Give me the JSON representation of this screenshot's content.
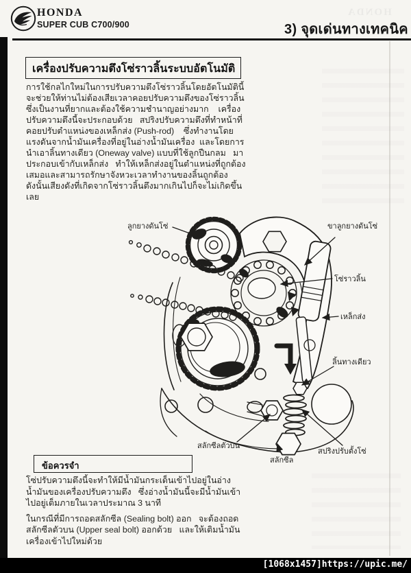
{
  "header": {
    "brand": "HONDA",
    "model": "SUPER CUB C700/900",
    "section": "3)  จุดเด่นทางเทคนิค"
  },
  "article": {
    "title": "เครื่องปรับความตึงโซ่ราวลิ้นระบบอัตโนมัติ",
    "lines": [
      "การใช้กลไกใหม่ในการปรับความตึงโซ่ราวลิ้นโดยอัตโนมัตินี้",
      "จะช่วยให้ท่านไม่ต้องเสียเวลาคอยปรับความตึงของโซ่ราวลิ้น",
      "ซึ่งเป็นงานที่ยากและต้องใช้ความชำนาญอย่างมาก    เครื่อง",
      "ปรับความตึงนี้จะประกอบด้วย   สปริงปรับความตึงที่ทำหน้าที่",
      "คอยปรับตำแหน่งของเหล็กส่ง (Push-rod)    ซึ่งทำงานโดย",
      "แรงดันจากน้ำมันเครื่องที่อยู่ในอ่างน้ำมันเครื่อง  และโดยการ",
      "นำเอาลิ้นทางเดียว (Oneway valve) แบบที่ใช้ลูกปืนกลม   มา",
      "ประกอบเข้ากับเหล็กส่ง   ทำให้เหล็กส่งอยู่ในตำแหน่งที่ถูกต้อง",
      "เสมอและสามารถรักษาจังหวะเวลาทำงานของลิ้นถูกต้อง",
      "ดังนั้นเสียงดังที่เกิดจากโซ่ราวลิ้นตึงมากเกินไปก็จะไม่เกิดขึ้น",
      "เลย"
    ]
  },
  "diagram": {
    "labels": {
      "roller": "ลูกยางดันโซ่",
      "roller_arm": "ขาลูกยางดันโซ่",
      "cam_chain": "โซ่ราวลิ้น",
      "push_rod": "เหล็กส่ง",
      "oneway_valve": "ลิ้นทางเดียว",
      "upper_seal_bolt": "สลักซีลตัวบน",
      "seal_bolt": "สลักซีล",
      "tension_spring": "สปริงปรับตั้งโซ่"
    }
  },
  "note": {
    "heading": "ข้อควรจำ",
    "lines": [
      "โซ่ปรับความตึงนี้จะทำให้มีน้ำมันกระเด็นเข้าไปอยู่ในอ่าง",
      "น้ำมันของเครื่องปรับความตึง   ซึ่งอ่างน้ำมันนี้จะมีน้ำมันเข้า",
      "ไปอยู่เต็มภายในเวลาประมาณ 3 นาที",
      "ในกรณีที่มีการถอดสลักซีล (Sealing bolt) ออก   จะต้องถอด",
      "สลักซีลตัวบน (Upper seal bolt) ออกด้วย   และให้เติมน้ำมัน",
      "เครื่องเข้าไปใหม่ด้วย"
    ]
  },
  "watermark": "[1068x1457]https://upic.me/",
  "colors": {
    "ink": "#1f1e1c",
    "paper": "#f6f5f1",
    "bar": "#000000"
  }
}
